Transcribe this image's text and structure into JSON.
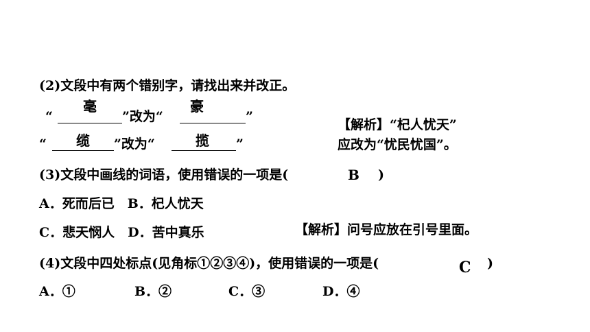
{
  "q2": {
    "text": "(2)文段中有两个错别字，请找出来并改正。",
    "pair1": {
      "open1": "“",
      "wrong_word": "毫",
      "middle": "”改为“",
      "correct_word": "豪",
      "close": "”"
    },
    "pair2": {
      "open1": "“",
      "wrong_word": "缆",
      "middle": "”改为“",
      "correct_word": "揽",
      "close": "”"
    },
    "analysis_line1": "【解析】“杞人忧天”",
    "analysis_line2": "应改为“忧民忧国”。"
  },
  "q3": {
    "text": "(3)文段中画线的词语，使用错误的一项是(",
    "answer": "B",
    "close": ")",
    "options_row1": "A．死而后已　B．杞人忧天",
    "options_row2": "C．悲天悯人　D．苦中真乐",
    "analysis": "【解析】问号应放在引号里面。"
  },
  "q4": {
    "text": "(4)文段中四处标点(见角标①②③④)，使用错误的一项是(",
    "answer": "C",
    "close": ")",
    "option_a": "A．①",
    "option_b": "B．②",
    "option_c": "C．③",
    "option_d": "D．④"
  }
}
